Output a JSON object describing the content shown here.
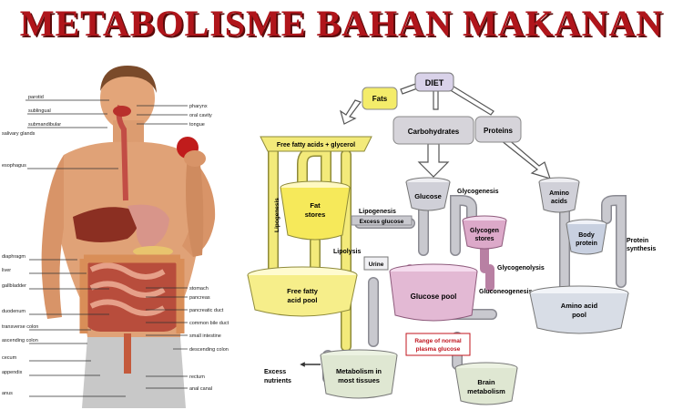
{
  "title": "METABOLISME BAHAN MAKANAN",
  "colors": {
    "title": "#b0151b",
    "pipe_yellow": "#f3ea7a",
    "pipe_gray": "#c9c9cf",
    "pipe_pink": "#dca9c9",
    "red_text": "#c0141e"
  },
  "anatomy": {
    "salivary_glands": "salivary glands",
    "left_labels": [
      "parotid",
      "sublingual",
      "submandibular",
      "esophagus",
      "diaphragm",
      "liver",
      "gallbladder",
      "duodenum",
      "transverse colon",
      "ascending colon",
      "cecum",
      "appendix",
      "anus"
    ],
    "right_labels": [
      "pharynx",
      "oral cavity",
      "tongue",
      "stomach",
      "pancreas",
      "pancreatic duct",
      "common bile duct",
      "small intestine",
      "descending colon",
      "rectum",
      "anal canal"
    ]
  },
  "diagram": {
    "diet": "DIET",
    "fats": "Fats",
    "carbohydrates": "Carbohydrates",
    "proteins": "Proteins",
    "free_fatty_acids_glycerol": "Free fatty acids + glycerol",
    "lipogenesis_vertical": "Lipogenesis",
    "fat_stores": [
      "Fat",
      "stores"
    ],
    "lipogenesis": "Lipogenesis",
    "excess_glucose": "Excess glucose",
    "lipolysis": "Lipolysis",
    "free_fatty_acid_pool": [
      "Free fatty",
      "acid pool"
    ],
    "glucose": "Glucose",
    "glycogenesis": "Glycogenesis",
    "glycogen_stores": [
      "Glycogen",
      "stores"
    ],
    "glycogenolysis": "Glycogenolysis",
    "urine": "Urine",
    "glucose_pool": "Glucose pool",
    "gluconeogenesis": "Gluconeogenesis",
    "range_normal": [
      "Range of normal",
      "plasma glucose"
    ],
    "amino_acids": [
      "Amino",
      "acids"
    ],
    "body_protein": [
      "Body",
      "protein"
    ],
    "protein_synthesis": [
      "Protein",
      "synthesis"
    ],
    "amino_acid_pool": [
      "Amino acid",
      "pool"
    ],
    "excess_nutrients": [
      "Excess",
      "nutrients"
    ],
    "metabolism_tissues": [
      "Metabolism in",
      "most tissues"
    ],
    "brain_metabolism": [
      "Brain",
      "metabolism"
    ]
  }
}
